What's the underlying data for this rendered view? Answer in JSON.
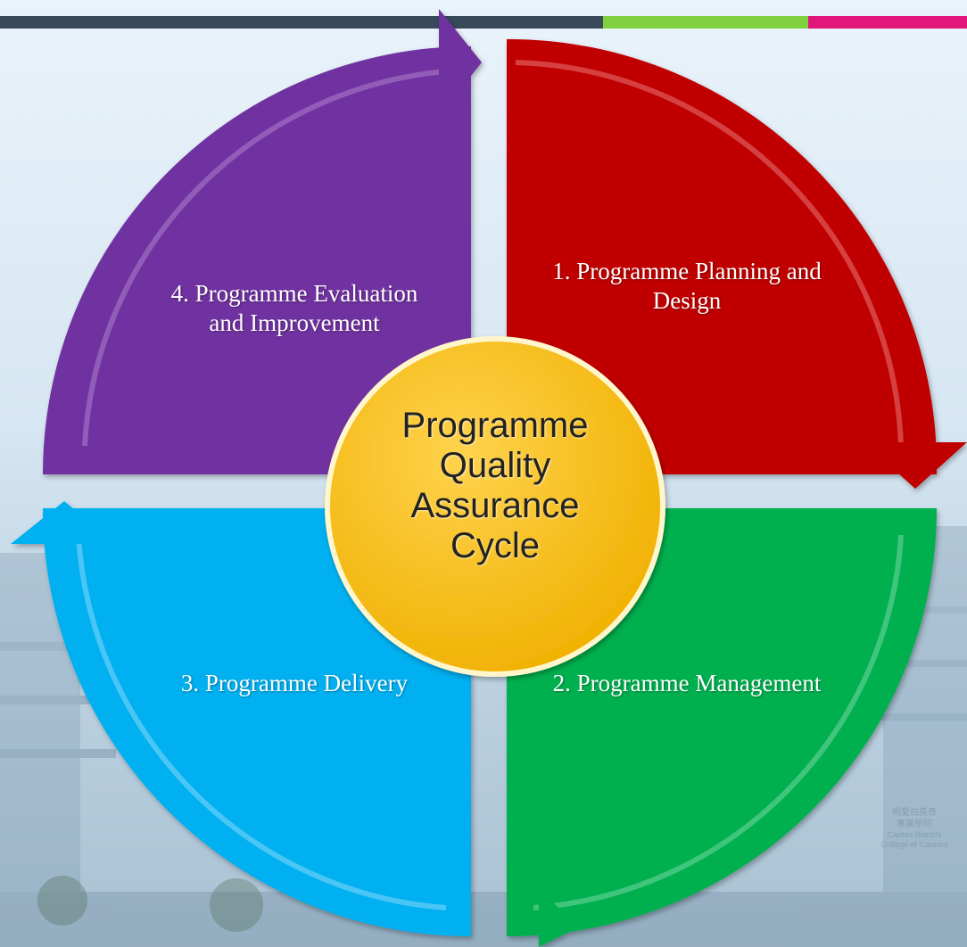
{
  "header": {
    "bar_colors": [
      "#384a5a",
      "#7fd13f",
      "#e0167a"
    ]
  },
  "diagram": {
    "center_label_lines": [
      "Programme",
      "Quality",
      "Assurance",
      "Cycle"
    ],
    "center_color": "#ffc000",
    "segments": [
      {
        "label_lines": [
          "1. Programme Planning and",
          "Design"
        ],
        "color": "#c00000",
        "position": "top-right"
      },
      {
        "label_lines": [
          "2. Programme Management"
        ],
        "color": "#00b050",
        "position": "bottom-right"
      },
      {
        "label_lines": [
          "3. Programme Delivery"
        ],
        "color": "#00b0f0",
        "position": "bottom-left"
      },
      {
        "label_lines": [
          "4. Programme Evaluation",
          "and Improvement"
        ],
        "color": "#7030a0",
        "position": "top-left"
      }
    ]
  },
  "background": {
    "sign_lines": [
      "明愛白英奇",
      "專業學院",
      "Caritas Bianchi",
      "College of Careers"
    ]
  }
}
